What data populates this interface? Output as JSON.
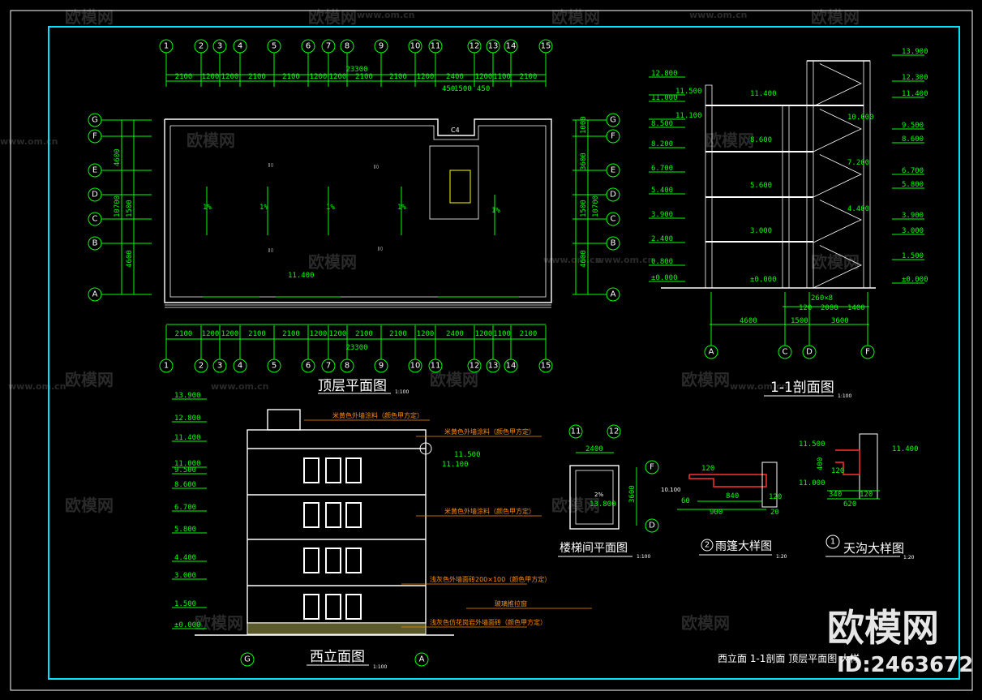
{
  "watermark": {
    "brand": "欧模网",
    "site": "www.om.cn"
  },
  "brand_corner": {
    "logo": "欧模网",
    "id": "ID:2463672"
  },
  "floor_plan": {
    "title": "顶层平面图",
    "scale": "1:100",
    "axis_top": [
      "1",
      "2",
      "3",
      "4",
      "5",
      "6",
      "7",
      "8",
      "9",
      "10",
      "11",
      "12",
      "13",
      "14",
      "15"
    ],
    "axis_side": [
      "G",
      "F",
      "E",
      "D",
      "C",
      "B",
      "A"
    ],
    "total": "23300",
    "dims": [
      "2100",
      "1200",
      "1200",
      "2100",
      "2100",
      "1200",
      "1200",
      "2100",
      "2100",
      "1200",
      "2400",
      "1200",
      "1100",
      "2100"
    ],
    "sub_dims": [
      "450",
      "1500",
      "450"
    ],
    "left_dims": [
      "4600",
      "1500",
      "10700",
      "4600"
    ],
    "right_dims": [
      "1000",
      "3600",
      "1500",
      "10700",
      "4600"
    ],
    "notes": [
      "1%",
      "1%",
      "1%",
      "1%",
      "1%"
    ],
    "level": "11.400",
    "stair_label": "C4"
  },
  "section": {
    "title": "1-1剖面图",
    "scale": "1:100",
    "left_levels": [
      "12.800",
      "11.500",
      "11.000",
      "11.100",
      "8.500",
      "8.200",
      "6.700",
      "5.400",
      "3.900",
      "2.400",
      "0.800",
      "±0.000"
    ],
    "inner_levels": [
      "11.400",
      "8.600",
      "5.600",
      "3.000",
      "±0.000"
    ],
    "stair_levels": [
      "10.000",
      "7.200",
      "4.400"
    ],
    "right_levels": [
      "13.900",
      "12.300",
      "11.400",
      "9.500",
      "8.600",
      "6.700",
      "5.800",
      "3.900",
      "3.000",
      "1.500",
      "±0.000"
    ],
    "bottom_dims": [
      "4600",
      "1500",
      "3600"
    ],
    "stair_dims": [
      "260×8",
      "120",
      "2080",
      "1400"
    ],
    "axes": [
      "A",
      "C",
      "D",
      "F"
    ]
  },
  "elevation": {
    "title": "西立面图",
    "scale": "1:100",
    "levels": [
      "13.900",
      "12.800",
      "11.400",
      "11.000",
      "9.500",
      "8.600",
      "6.700",
      "5.800",
      "4.400",
      "3.000",
      "1.500",
      "±0.000"
    ],
    "notes": [
      "米黄色外墙涂料（颜色甲方定）",
      "米黄色外墙涂料（颜色甲方定）",
      "米黄色外墙涂料（颜色甲方定）",
      "浅灰色外墙面砖200×100（颜色甲方定）",
      "玻璃推拉窗",
      "浅灰色仿花岗岩外墙面砖（颜色甲方定）"
    ],
    "level_mark": "11.500",
    "level_mark2": "11.100",
    "axes": [
      "G",
      "A"
    ]
  },
  "stair_plan": {
    "title": "楼梯间平面图",
    "scale": "1:100",
    "axes": [
      "11",
      "12",
      "F",
      "D"
    ],
    "width": "2400",
    "depth": "3600",
    "level": "13.800",
    "slope": "2%"
  },
  "canopy": {
    "title": "雨篷大样图",
    "number": "2",
    "scale": "1:20",
    "dims": [
      "840",
      "900",
      "60",
      "120",
      "20",
      "120"
    ],
    "level": "10.100"
  },
  "gutter": {
    "title": "天沟大样图",
    "number": "1",
    "scale": "1:20",
    "dims": [
      "340",
      "120",
      "620",
      "400",
      "120"
    ],
    "levels": [
      "11.500",
      "11.400",
      "11.000"
    ]
  },
  "sheet_title": "西立面 1-1剖面 顶层平面图 大样",
  "colors": {
    "frame": "#00e5ff",
    "dim": "#00ff00",
    "wall": "#ffffff",
    "note": "#ff8c00",
    "text": "#ffff00"
  }
}
